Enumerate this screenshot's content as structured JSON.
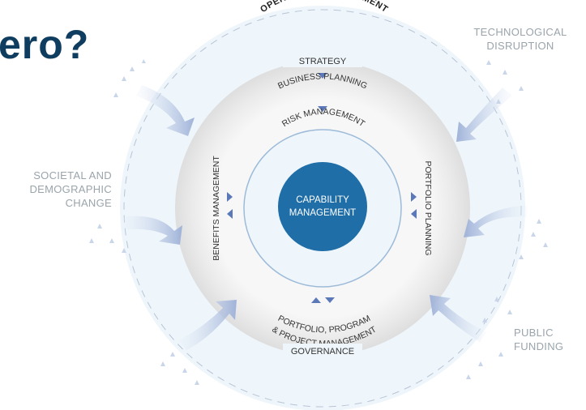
{
  "headline": "ero?",
  "outer_ring": {
    "title": "OPERATING ENVIRONMENT",
    "top_tab": "STRATEGY",
    "bottom_tab": "GOVERNANCE"
  },
  "middle_ring": {
    "top": "BUSINESS PLANNING",
    "right": "PORTFOLIO PLANNING",
    "left": "BENEFITS MANAGEMENT",
    "bottom_line1": "PORTFOLIO, PROGRAM",
    "bottom_line2": "& PROJECT MANAGEMENT"
  },
  "inner_ring": {
    "top": "RISK MANAGEMENT"
  },
  "core": {
    "line1": "CAPABILITY",
    "line2": "MANAGEMENT"
  },
  "external_forces": {
    "technological": "TECHNOLOGICAL\nDISRUPTION",
    "societal": "SOCIETAL AND\nDEMOGRAPHIC\nCHANGE",
    "public": "PUBLIC\nFUNDING"
  },
  "colors": {
    "headline": "#0f3d5f",
    "core": "#1f6ea8",
    "outer_fill": "#eef6fb",
    "ring_gray": "#ececec",
    "arrow": "#5b78b8",
    "ext_label": "#9aa4ab"
  }
}
